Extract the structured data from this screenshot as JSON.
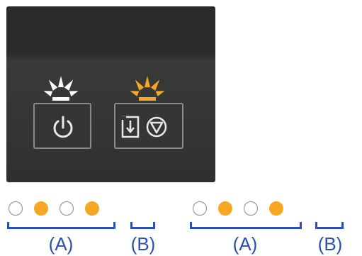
{
  "colors": {
    "accent": "#f5a623",
    "blue": "#2b4fb3",
    "white_led": "#ffffff",
    "panel": "#2f2f2f"
  },
  "panel": {
    "icons": [
      "power-icon",
      "reset-icon",
      "stop-icon"
    ],
    "power_lamp": "white-lit",
    "alarm_lamp": "orange-flashing"
  },
  "sequence": {
    "groups": [
      {
        "label": "(A)",
        "pattern": [
          "off",
          "on",
          "off",
          "on"
        ]
      },
      {
        "label": "(B)",
        "pattern": []
      },
      {
        "label": "(A)",
        "pattern": [
          "off",
          "on",
          "off",
          "on"
        ]
      },
      {
        "label": "(B)",
        "pattern": []
      }
    ]
  }
}
